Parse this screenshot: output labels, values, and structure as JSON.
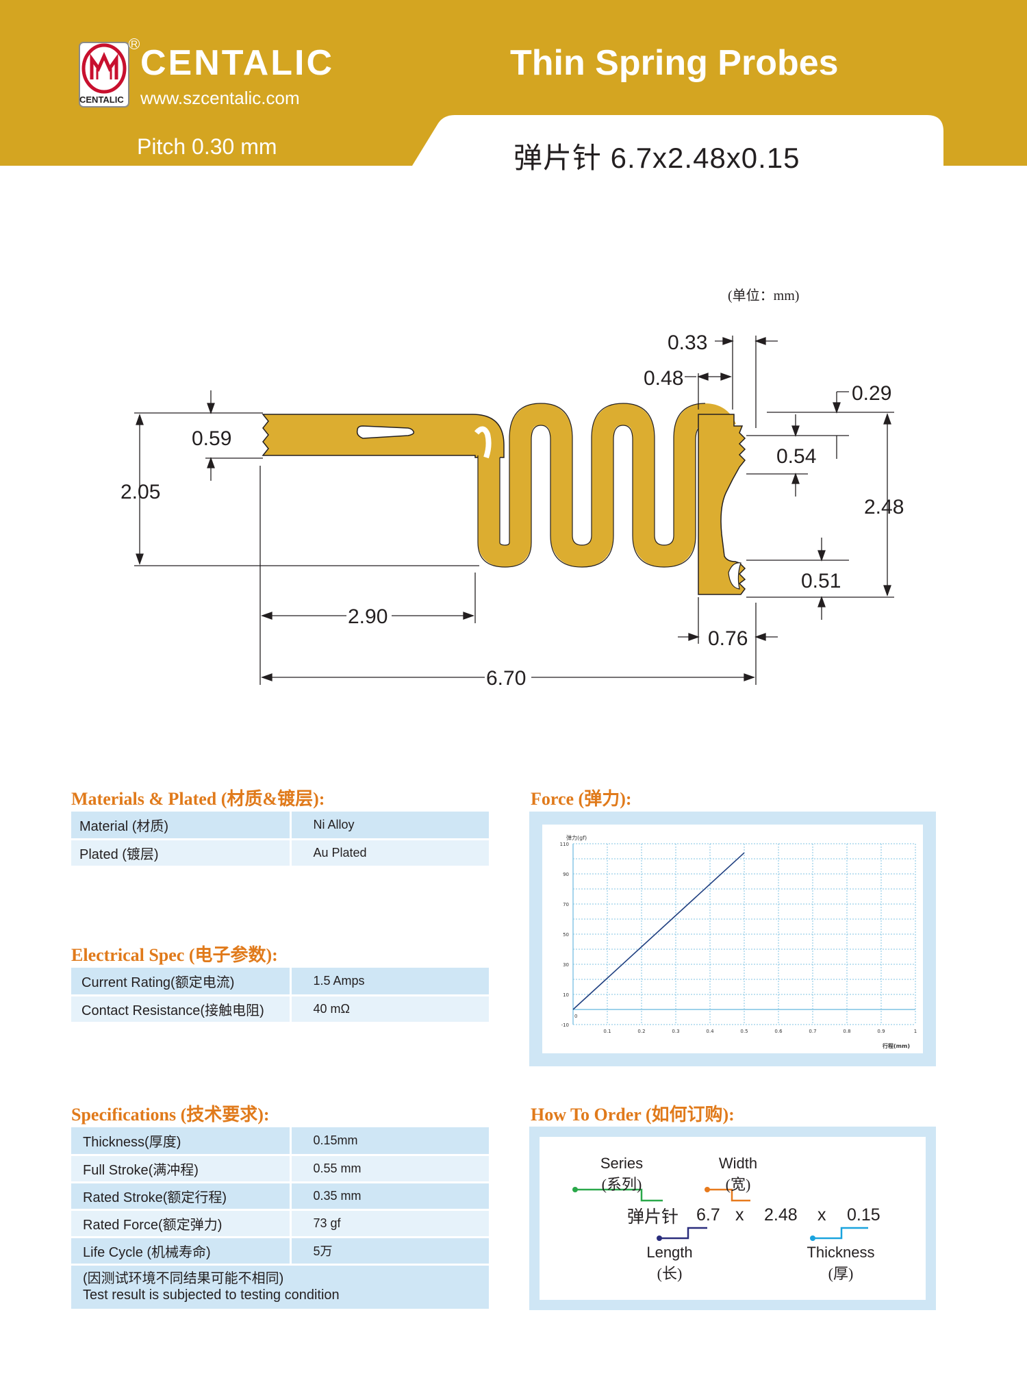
{
  "header": {
    "brand": "CENTALIC",
    "logo_caption": "CENTALIC",
    "registered_mark": "R",
    "url": "www.szcentalic.com",
    "title": "Thin Spring Probes",
    "pitch": "Pitch 0.30 mm",
    "subtitle": "弹片针 6.7x2.48x0.15"
  },
  "colors": {
    "header_gold": "#d4a521",
    "probe_gold": "#dcad30",
    "section_orange": "#e07a1b",
    "table_blue": "#cfe6f5",
    "table_blue_light": "#e6f2fa"
  },
  "drawing": {
    "unit": "(单位：mm)",
    "dims": {
      "d033": "0.33",
      "d048": "0.48",
      "d029": "0.29",
      "d059": "0.59",
      "d054": "0.54",
      "d205": "2.05",
      "d248": "2.48",
      "d051": "0.51",
      "d290": "2.90",
      "d076": "0.76",
      "d670": "6.70"
    }
  },
  "materials": {
    "title": "Materials & Plated (材质&镀层):",
    "rows": [
      {
        "label": "Material (材质)",
        "value": "Ni Alloy"
      },
      {
        "label": "Plated (镀层)",
        "value": "Au Plated"
      }
    ]
  },
  "electrical": {
    "title": "Electrical Spec (电子参数):",
    "rows": [
      {
        "label": "Current Rating(额定电流)",
        "value": "1.5  Amps"
      },
      {
        "label": "Contact Resistance(接触电阻)",
        "value": "40 mΩ"
      }
    ]
  },
  "specifications": {
    "title": "Specifications (技术要求):",
    "rows": [
      {
        "label": "Thickness(厚度)",
        "value": "0.15mm"
      },
      {
        "label": "Full Stroke(满冲程)",
        "value": "0.55 mm"
      },
      {
        "label": "Rated Stroke(额定行程)",
        "value": "0.35 mm"
      },
      {
        "label": "Rated Force(额定弹力)",
        "value": "73 gf"
      },
      {
        "label": "Life Cycle (机械寿命)",
        "value": "5万"
      }
    ],
    "note_cn": "(因测试环境不同结果可能不相同)",
    "note_en": "Test result is subjected to testing condition"
  },
  "force": {
    "title": "Force (弹力):"
  },
  "chart_data": {
    "type": "line",
    "ylabel": "弹力(gf)",
    "xlabel": "行程(mm)",
    "xlim": [
      0,
      1
    ],
    "ylim": [
      -10,
      110
    ],
    "x_ticks": [
      "0",
      "0.1",
      "0.2",
      "0.3",
      "0.4",
      "0.5",
      "0.6",
      "0.7",
      "0.8",
      "0.9",
      "1"
    ],
    "y_ticks": [
      "-10",
      "10",
      "30",
      "50",
      "70",
      "90",
      "110"
    ],
    "grid": true,
    "series": [
      {
        "x": [
          0,
          0.5
        ],
        "y": [
          0,
          104
        ],
        "color": "#1f3f80"
      }
    ]
  },
  "order": {
    "title": "How To Order (如何订购):",
    "series_en": "Series",
    "series_cn": "(系列)",
    "width_en": "Width",
    "width_cn": "(宽)",
    "length_en": "Length",
    "length_cn": "(长)",
    "thickness_en": "Thickness",
    "thickness_cn": "(厚)",
    "part_series": "弹片针",
    "part_length": "6.7",
    "x1": "x",
    "part_width": "2.48",
    "x2": "x",
    "part_thickness": "0.15"
  }
}
